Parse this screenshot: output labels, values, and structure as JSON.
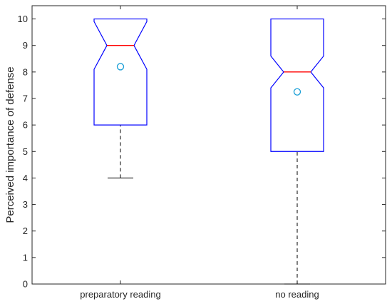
{
  "chart_data": {
    "type": "box",
    "notched": true,
    "ylabel": "Perceived importance of defense",
    "xlabel": "",
    "ylim": [
      0,
      10.5
    ],
    "yticks": [
      0,
      1,
      2,
      3,
      4,
      5,
      6,
      7,
      8,
      9,
      10
    ],
    "grid": false,
    "categories": [
      "preparatory reading",
      "no reading"
    ],
    "boxes": [
      {
        "category": "preparatory reading",
        "whisker_low": 4,
        "q1": 6,
        "median": 9,
        "q3": 10,
        "whisker_high": 10,
        "notch_low": 8.1,
        "notch_high": 9.9,
        "mean": 8.2
      },
      {
        "category": "no reading",
        "whisker_low": 0,
        "q1": 5,
        "median": 8,
        "q3": 10,
        "whisker_high": 10,
        "notch_low": 7.4,
        "notch_high": 8.6,
        "mean": 7.25
      }
    ],
    "colors": {
      "box": "#0000ff",
      "median": "#ff0000",
      "mean": "#1a9fd6",
      "whisker": "#000000",
      "axis": "#262626"
    }
  }
}
